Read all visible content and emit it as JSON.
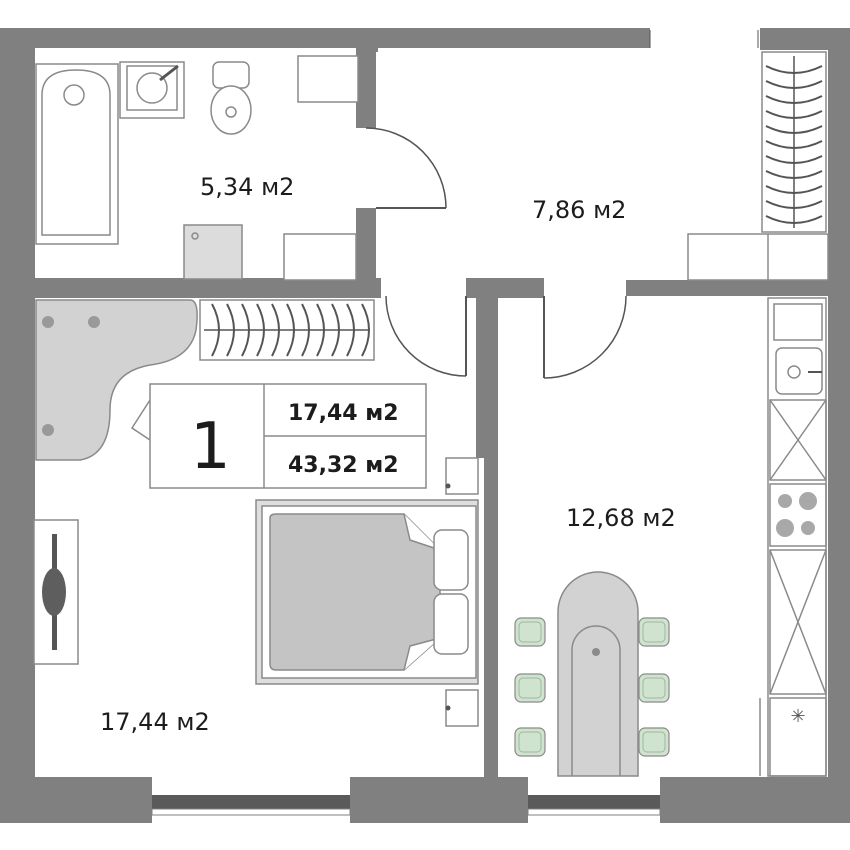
{
  "apartment": {
    "rooms_count": "1",
    "living_area": "17,44 м2",
    "total_area": "43,32 м2"
  },
  "rooms": {
    "bathroom": "5,34 м2",
    "hallway": "7,86 м2",
    "living_room": "17,44 м2",
    "kitchen": "12,68 м2"
  },
  "colors": {
    "wall": "#808080",
    "furniture_gray": "#bcbcbc",
    "chair_green": "#cfe3cf",
    "background": "#ffffff"
  }
}
